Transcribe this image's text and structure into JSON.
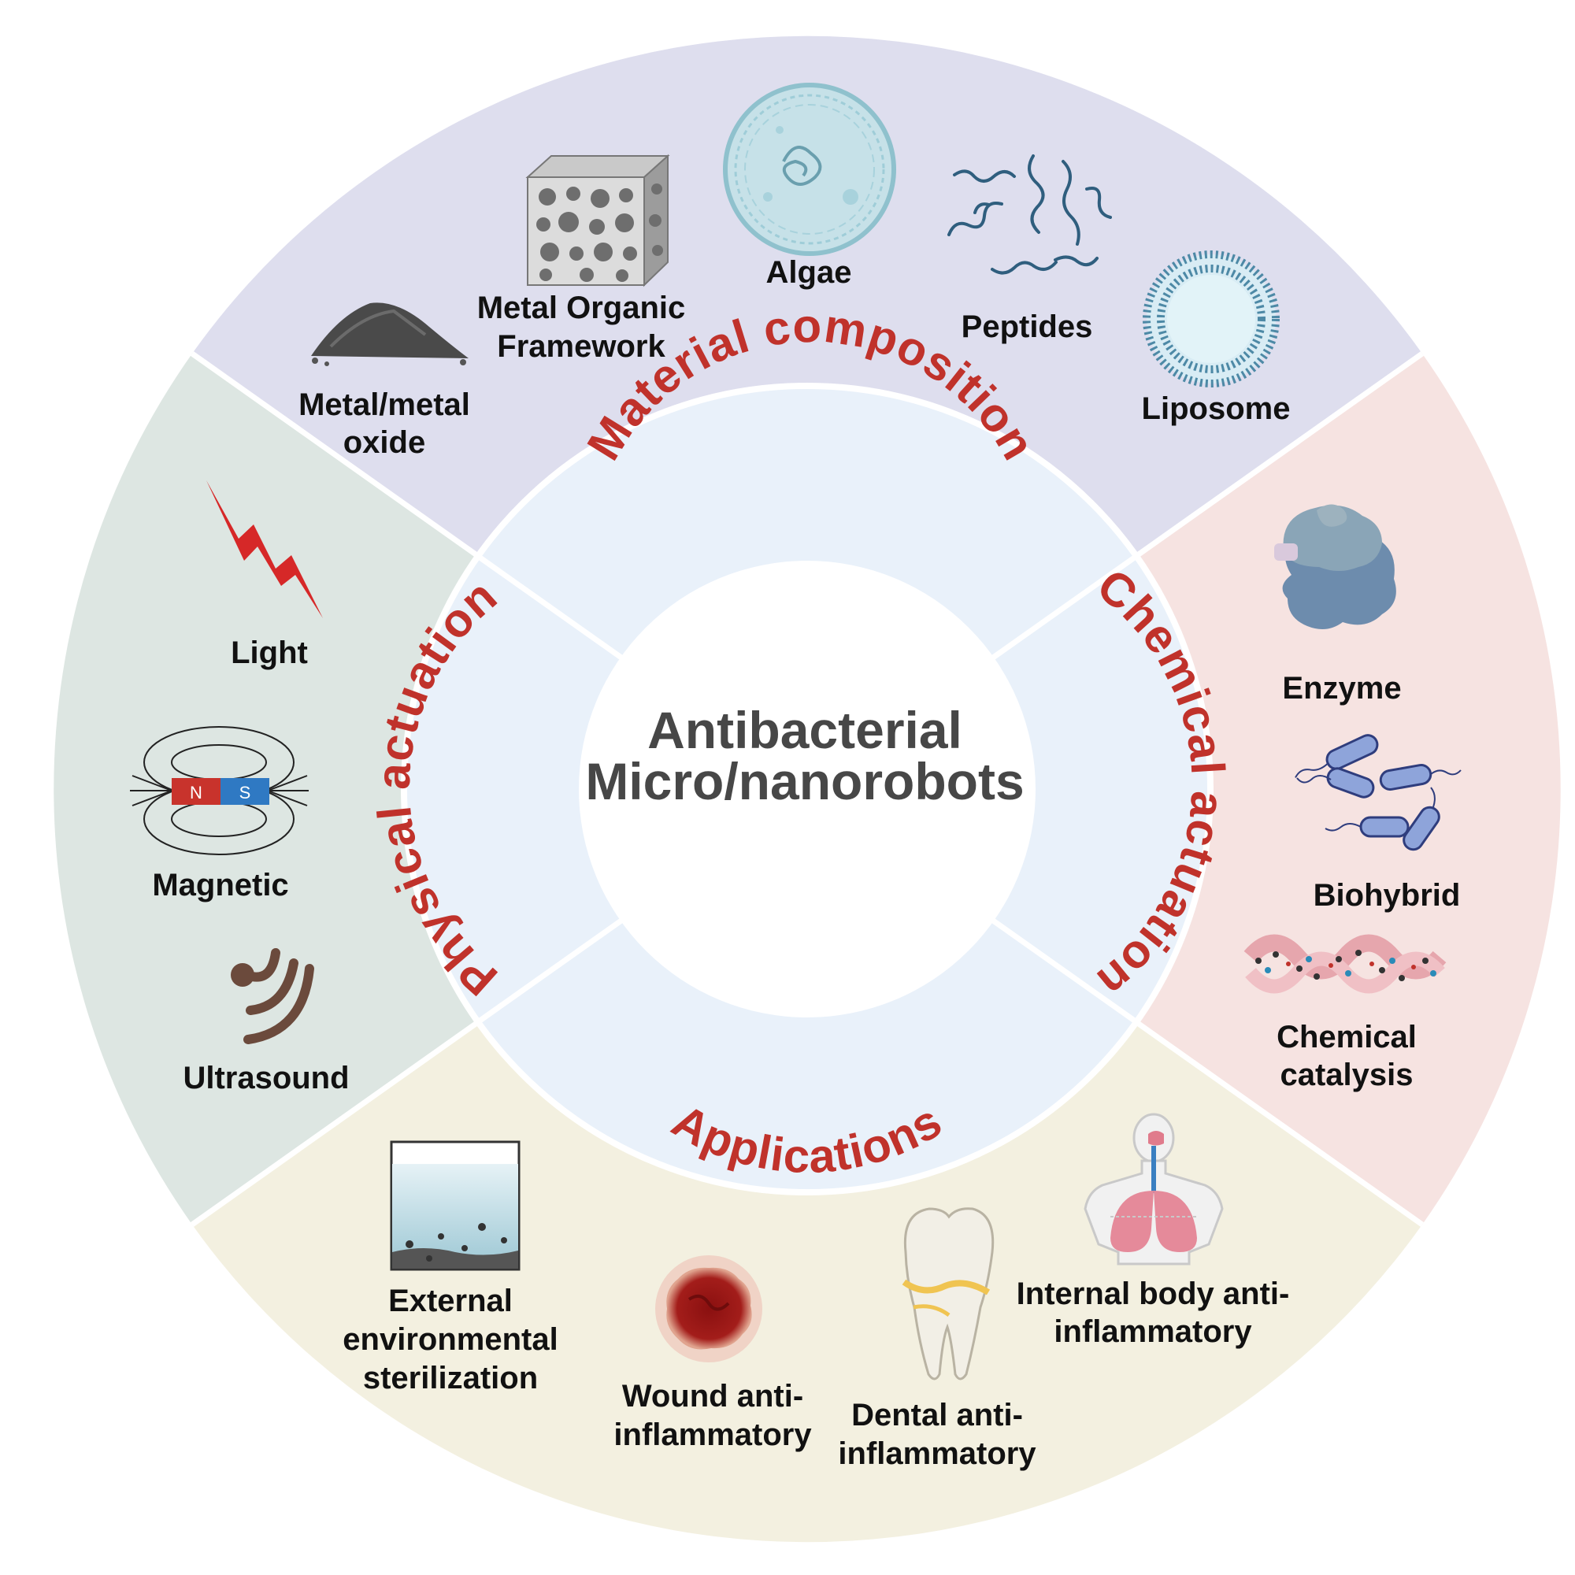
{
  "center": {
    "line1": "Antibacterial",
    "line2": "Micro/nanorobots"
  },
  "ring": {
    "top": "Material composition",
    "right": "Chemical actuation",
    "bottom": "Applications",
    "left": "Physical actuation"
  },
  "material": {
    "metal_oxide": [
      "Metal/metal",
      "oxide"
    ],
    "mof": [
      "Metal Organic",
      "Framework"
    ],
    "algae": "Algae",
    "peptides": "Peptides",
    "liposome": "Liposome"
  },
  "chemical": {
    "enzyme": "Enzyme",
    "biohybrid": "Biohybrid",
    "catalysis": [
      "Chemical",
      "catalysis"
    ]
  },
  "physical": {
    "light": "Light",
    "magnetic": "Magnetic",
    "magnet_n": "N",
    "magnet_s": "S",
    "ultrasound": "Ultrasound"
  },
  "applications": {
    "external": [
      "External",
      "environmental",
      "sterilization"
    ],
    "wound": [
      "Wound anti-",
      "inflammatory"
    ],
    "dental": [
      "Dental anti-",
      "inflammatory"
    ],
    "internal": [
      "Internal body anti-",
      "inflammatory"
    ]
  },
  "colors": {
    "material_bg": "#dedeee",
    "chemical_bg": "#f6e3e1",
    "physical_bg": "#dde6e2",
    "applications_bg": "#f3f0e0",
    "ring_bg": "#e9f1fa",
    "ring_title": "#c0322b"
  }
}
